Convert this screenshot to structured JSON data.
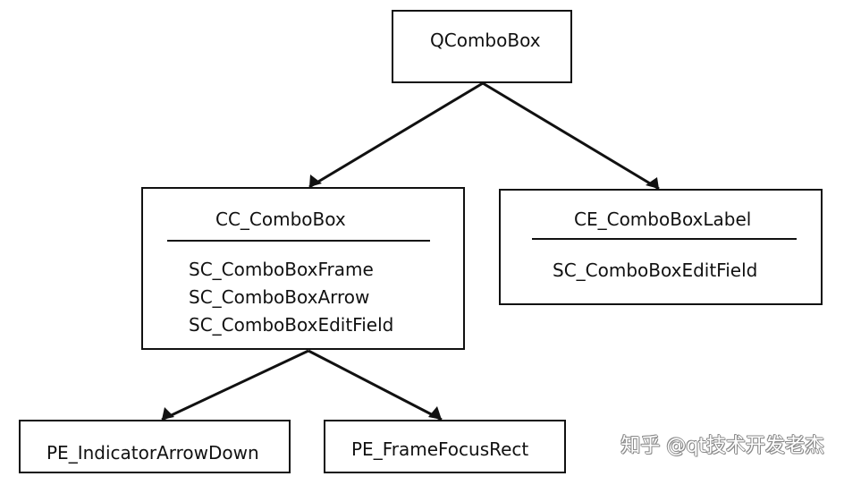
{
  "diagram": {
    "root": {
      "title": "QComboBox"
    },
    "cc_combobox": {
      "title": "CC_ComboBox",
      "items": [
        "SC_ComboBoxFrame",
        "SC_ComboBoxArrow",
        "SC_ComboBoxEditField"
      ]
    },
    "ce_comboboxlabel": {
      "title": "CE_ComboBoxLabel",
      "items": [
        "SC_ComboBoxEditField"
      ]
    },
    "pe_indicatorarrowdown": {
      "title": "PE_IndicatorArrowDown"
    },
    "pe_framefocusrect": {
      "title": "PE_FrameFocusRect"
    },
    "watermark": "知乎 @qt技术开发老杰"
  }
}
